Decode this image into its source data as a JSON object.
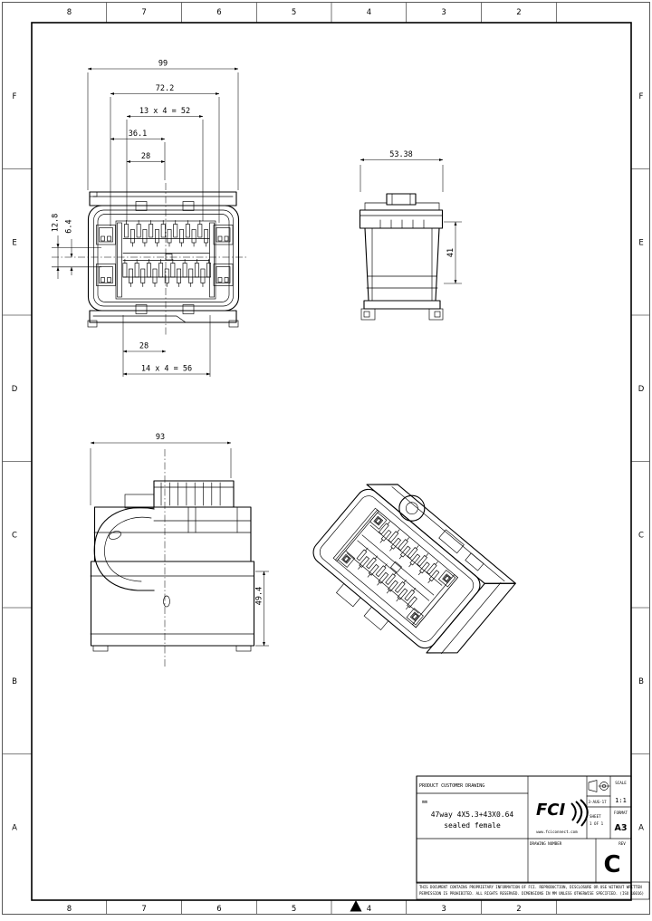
{
  "border": {
    "column_labels": [
      "8",
      "7",
      "6",
      "5",
      "4",
      "3",
      "2"
    ],
    "row_labels": [
      "F",
      "E",
      "D",
      "C",
      "B",
      "A"
    ]
  },
  "drawing": {
    "dims": {
      "overall_width": "99",
      "inner_width": "72.2",
      "pitch_row_top": "13 x 4 = 52",
      "width_36_1": "36.1",
      "width_28_top": "28",
      "row_spacing": "12.8",
      "row_offset": "6.4",
      "width_28_bottom": "28",
      "pitch_row_bottom": "14 x 4 = 56",
      "side_width": "53.38",
      "side_height": "41",
      "lever_width": "93",
      "rear_height": "49.4"
    }
  },
  "title_block": {
    "header": "PRODUCT CUSTOMER DRAWING",
    "units": "mm",
    "title_line1": "47way 4X5.3+43X0.64",
    "title_line2": "sealed female",
    "company": "FCI",
    "website": "www.fciconnect.com",
    "scale_label": "SCALE",
    "scale_value": "1:1",
    "date": "3-AUG-17",
    "sheet_label": "SHEET",
    "sheet_value": "1 OF 1",
    "format_label": "FORMAT",
    "format_value": "A3",
    "drawing_number_label": "DRAWING NUMBER",
    "rev_label": "REV",
    "rev_value": "C",
    "disclaimer_line1": "THIS DOCUMENT CONTAINS PROPRIETARY INFORMATION OF FCI. REPRODUCTION, DISCLOSURE OR USE WITHOUT WRITTEN",
    "disclaimer_line2": "PERMISSION IS PROHIBITED. ALL RIGHTS RESERVED. DIMENSIONS IN MM UNLESS OTHERWISE SPECIFIED. (ISO 16016)"
  }
}
